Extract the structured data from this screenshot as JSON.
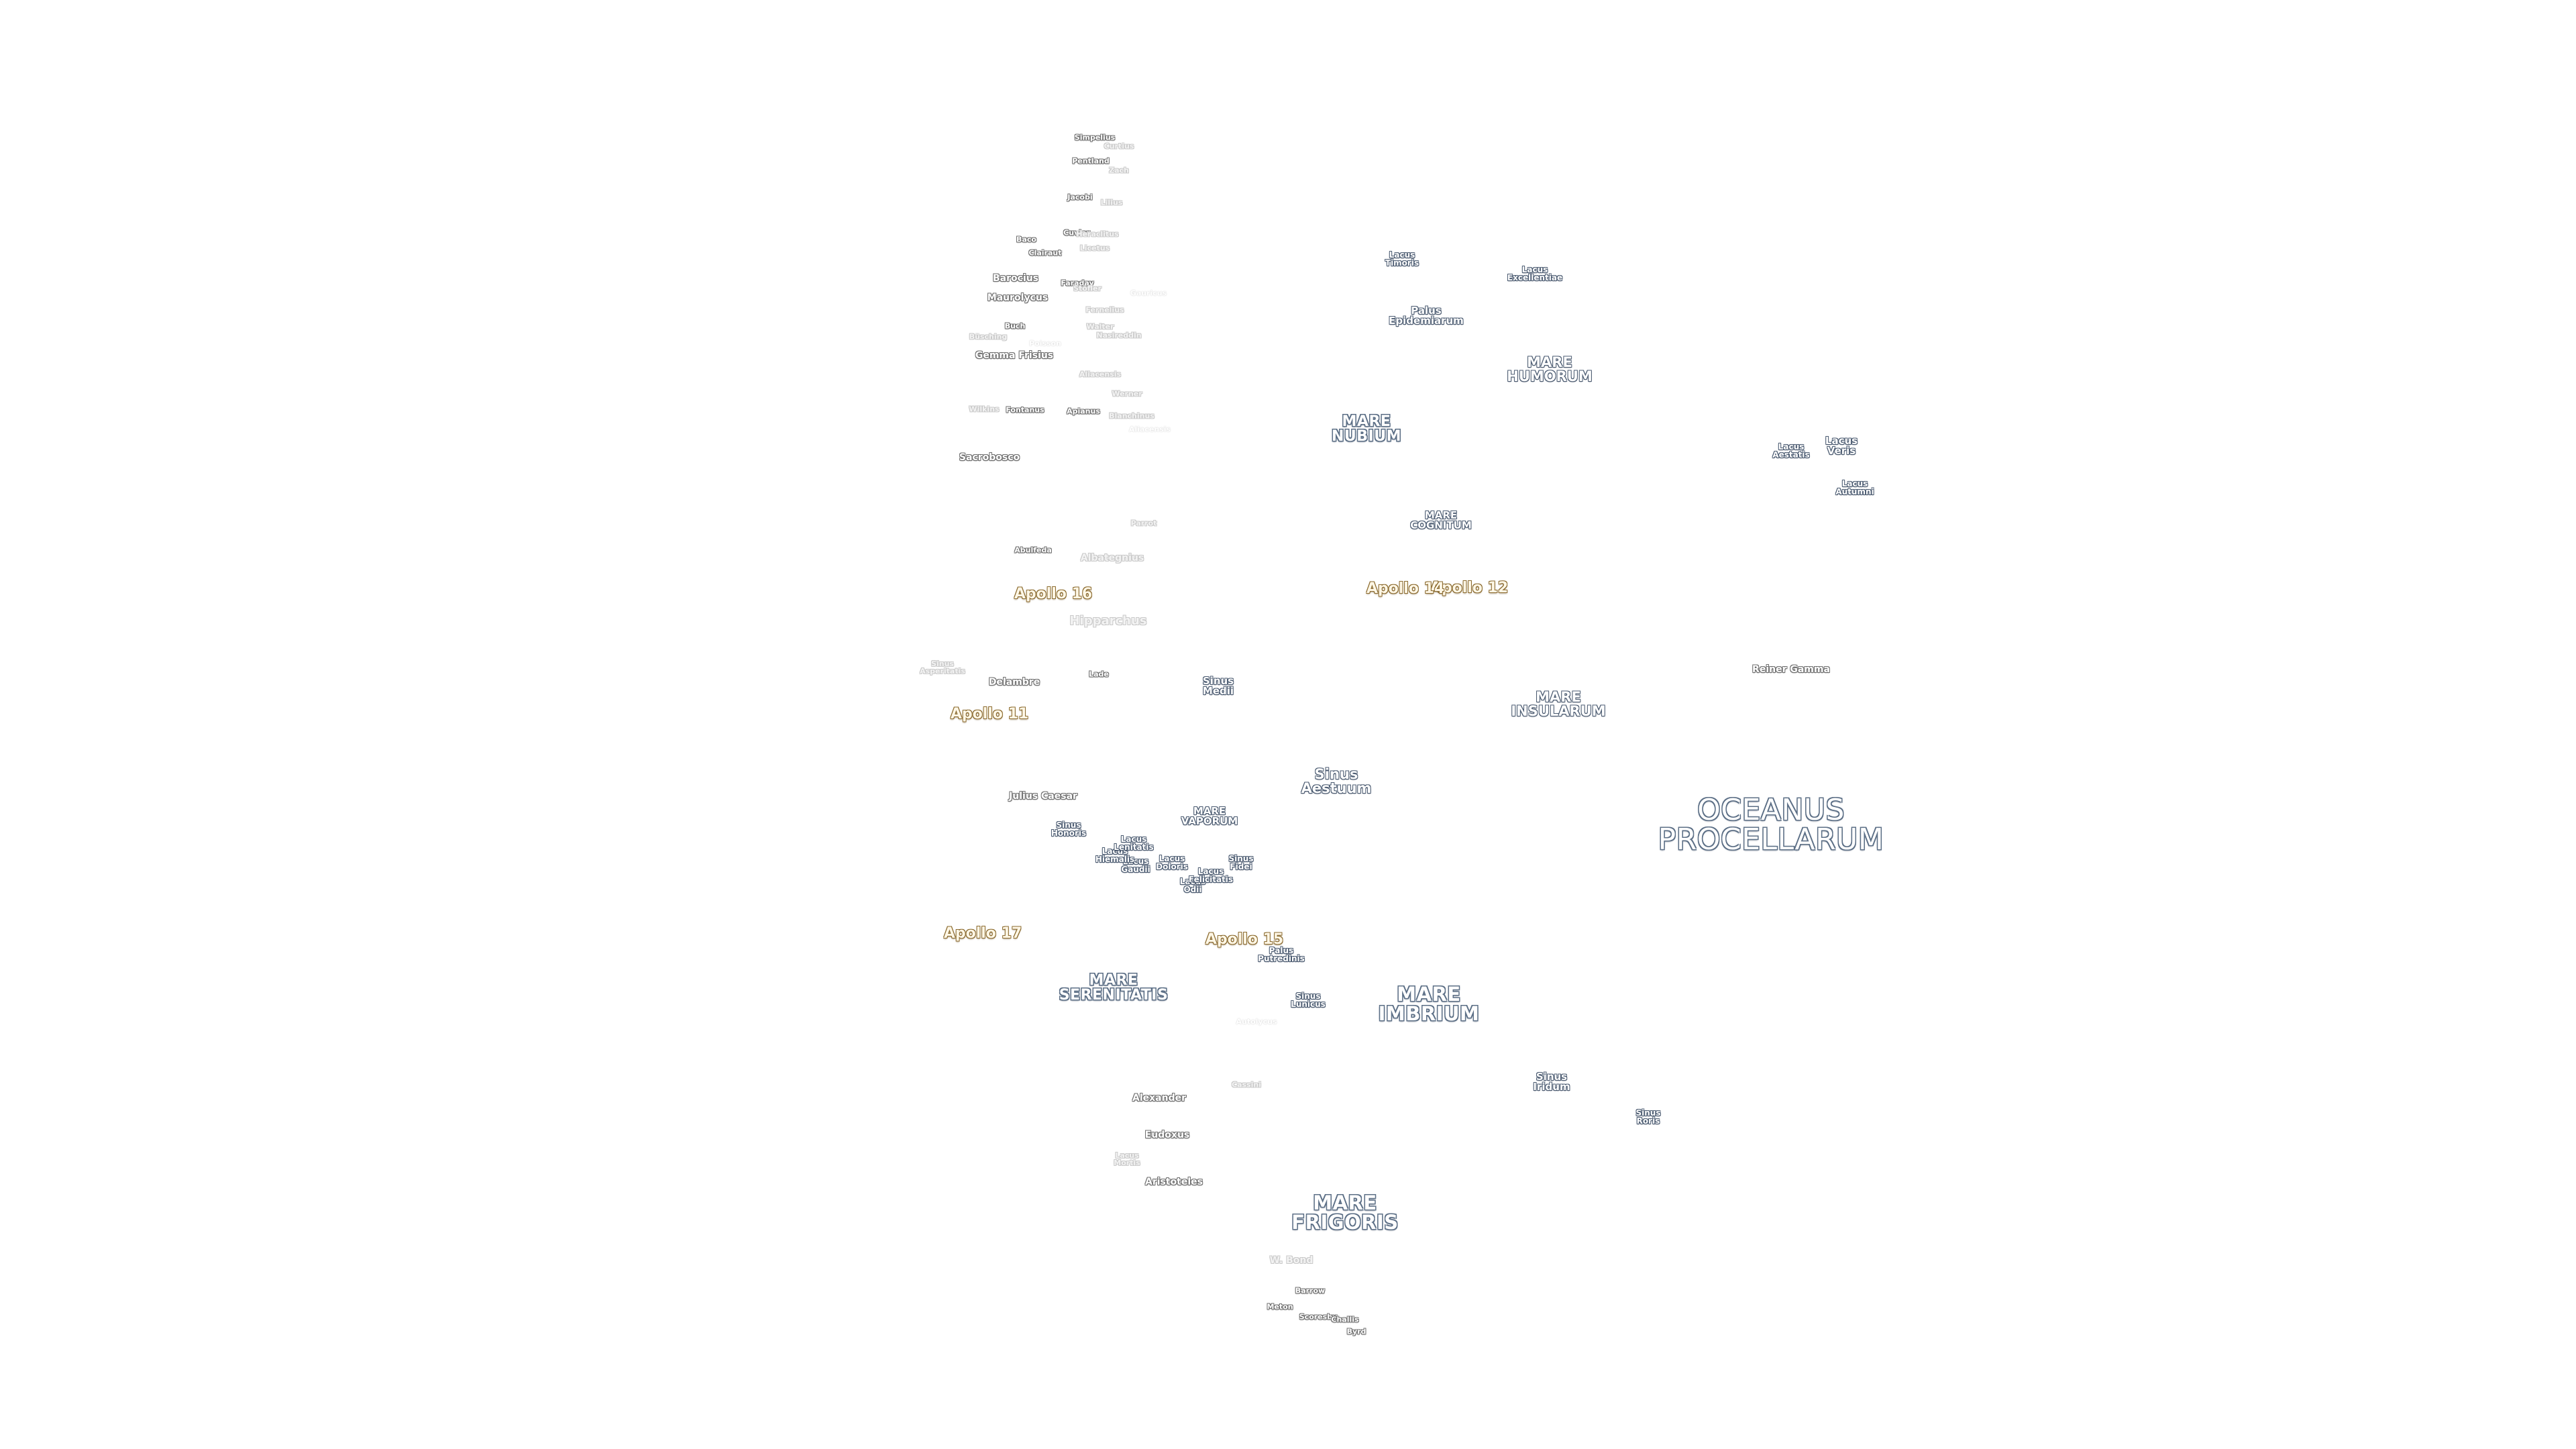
{
  "maria": {
    "oceanus_procellarum": "OCEANUS\nPROCELLARUM",
    "mare_frigoris": "MARE\nFRIGORIS",
    "mare_imbrium": "MARE\nIMBRIUM",
    "mare_serenitatis": "MARE\nSERENITATIS",
    "mare_nubium": "MARE\nNUBIUM",
    "mare_humorum": "MARE\nHUMORUM",
    "mare_insularum": "MARE\nINSULARUM",
    "mare_cognitum": "MARE\nCOGNITUM",
    "mare_vaporum": "MARE\nVAPORUM"
  },
  "features": {
    "sinus_iridum": "Sinus\nIridum",
    "sinus_roris": "Sinus\nRoris",
    "sinus_aestuum": "Sinus\nAestuum",
    "sinus_medii": "Sinus\nMedii",
    "sinus_lunicus": "Sinus\nLunicus",
    "sinus_fidei": "Sinus\nFidei",
    "sinus_honoris": "Sinus\nHonoris",
    "sinus_asperitatis": "Sinus\nAsperitatis",
    "palus_putredinis": "Palus\nPutredinis",
    "palus_epidemiarum": "Palus\nEpidemiarum",
    "lacus_veris": "Lacus\nVeris",
    "lacus_autumni": "Lacus\nAutumni",
    "lacus_aestatis": "Lacus\nAestatis",
    "lacus_timoris": "Lacus\nTimoris",
    "lacus_excellentiae": "Lacus\nExcellentiae",
    "lacus_doloris": "Lacus\nDoloris",
    "lacus_gaudii": "Lacus\nGaudii",
    "lacus_hiemalis": "Lacus\nHiemalis",
    "lacus_lenitatis": "Lacus\nLenitatis",
    "lacus_odii": "Lacus\nOdii",
    "lacus_felicitatis": "Lacus\nFelicitatis",
    "lacus_mortis": "Lacus\nMortis"
  },
  "apollo": {
    "a11": "Apollo 11",
    "a12": "Apollo 12",
    "a14": "Apollo 14",
    "a15": "Apollo 15",
    "a16": "Apollo 16",
    "a17": "Apollo 17"
  },
  "craters": {
    "reiner_gamma": "Reiner Gamma",
    "julius_caesar": "Julius Caesar",
    "delambre": "Delambre",
    "lade": "Lade",
    "hipparchus": "Hipparchus",
    "albategnius": "Albategnius",
    "abulfeda": "Abulfeda",
    "parrot": "Parrot",
    "sacrobosco": "Sacrobosco",
    "wilkins": "Wilkins",
    "fontanus": "Fontanus",
    "apianus": "Apianus",
    "werner": "Werner",
    "blanchinus": "Blanchinus",
    "aliacensis": "Aliacensis",
    "gemma_frisius": "Gemma Frisius",
    "buch": "Buch",
    "busching": "Büsching",
    "maurolycus": "Maurolycus",
    "barocius": "Barocius",
    "poisson": "Poisson",
    "gauricus": "Gauricus",
    "faraday": "Faraday",
    "stofler": "Stöfler",
    "fernelius": "Fernelius",
    "nasireddin": "Nasireddin",
    "walter": "Walter",
    "clairaut": "Clairaut",
    "baco": "Baco",
    "cuvier": "Cuvier",
    "licetus": "Licetus",
    "heraclitus": "Heraclitus",
    "jacobi": "Jacobi",
    "lilius": "Lilius",
    "pentland": "Pentland",
    "zach": "Zach",
    "simpelius": "Simpelius",
    "curtius": "Curtius",
    "alexander": "Alexander",
    "eudoxus": "Eudoxus",
    "aristoteles": "Aristoteles",
    "cassini": "Cassini",
    "autolycus": "Autolycus",
    "w_bond": "W. Bond",
    "barrow": "Barrow",
    "meton": "Meton",
    "scoresby": "Scoresby",
    "challis": "Challis",
    "byrd": "Byrd"
  }
}
